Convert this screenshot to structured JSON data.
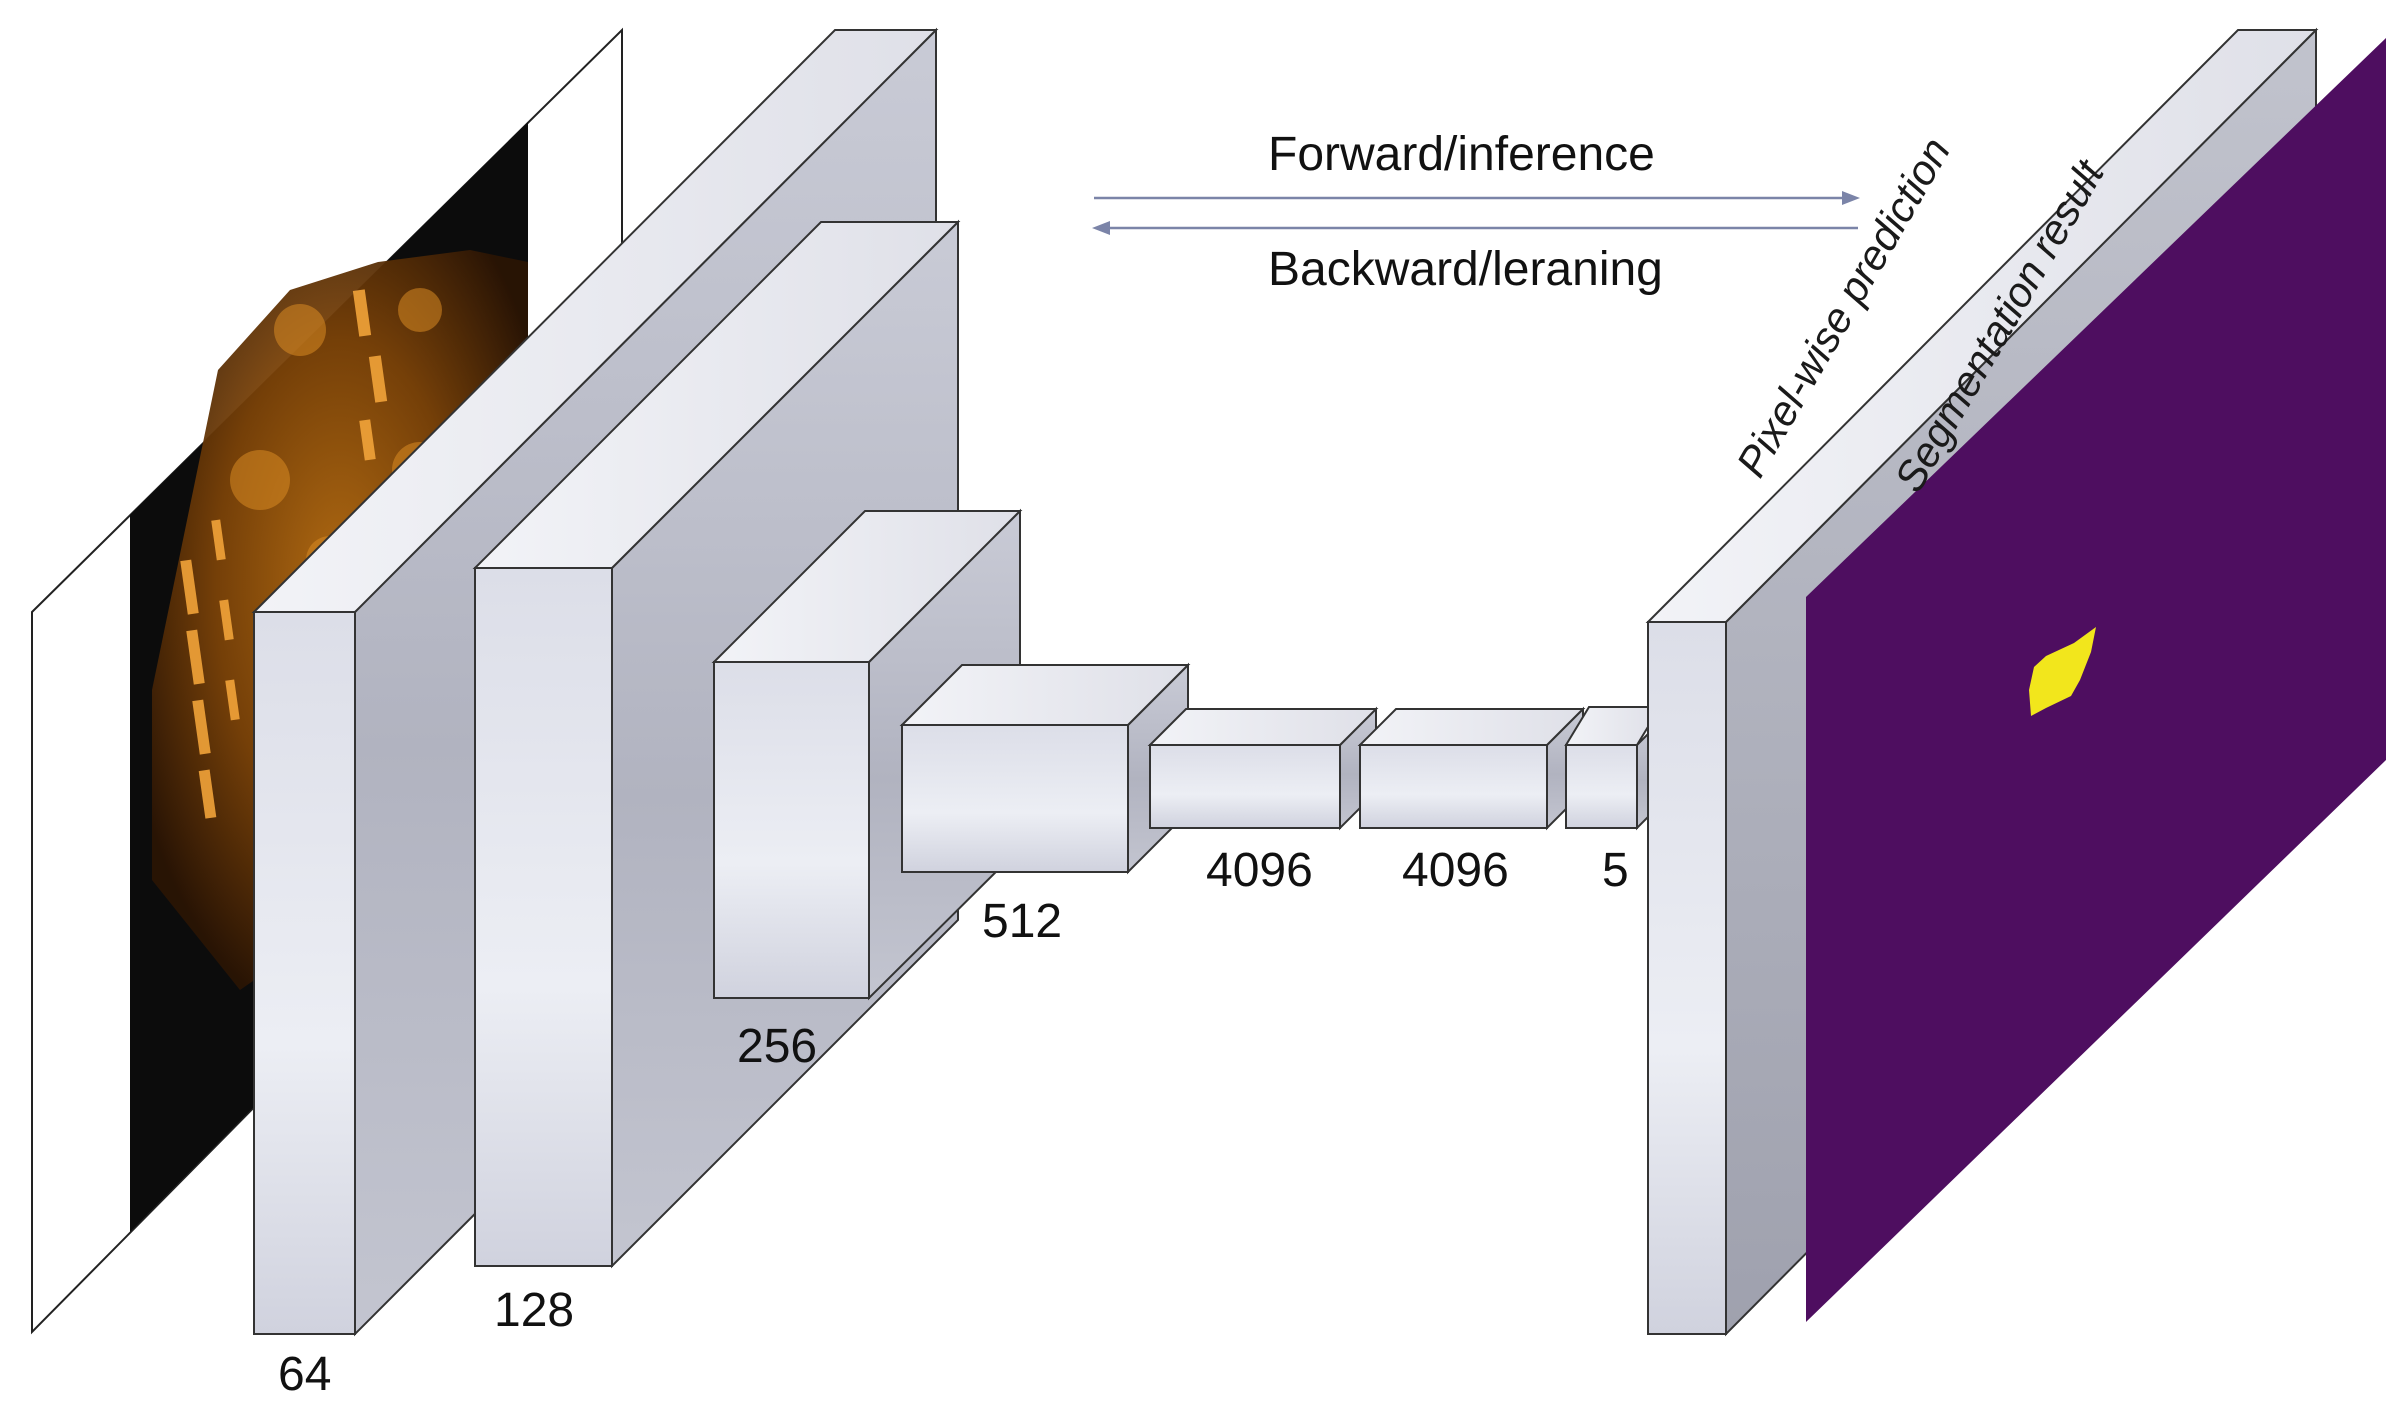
{
  "arrows": {
    "forward_label": "Forward/inference",
    "backward_label": "Backward/leraning"
  },
  "layers": [
    {
      "label": "64"
    },
    {
      "label": "128"
    },
    {
      "label": "256"
    },
    {
      "label": "512"
    },
    {
      "label": "4096"
    },
    {
      "label": "4096"
    },
    {
      "label": "5"
    }
  ],
  "output": {
    "prediction_label": "Pixel-wise prediction",
    "segmentation_label": "Segmentation result"
  },
  "colors": {
    "block_front": "#d2d4e0",
    "block_top": "#e8e9f0",
    "block_side": "#a9abb8",
    "arrow": "#7b84a8",
    "segmentation_background": "#4e0e60",
    "segmentation_region": "#f2e61c",
    "input_image_tone": "#c47a12"
  }
}
